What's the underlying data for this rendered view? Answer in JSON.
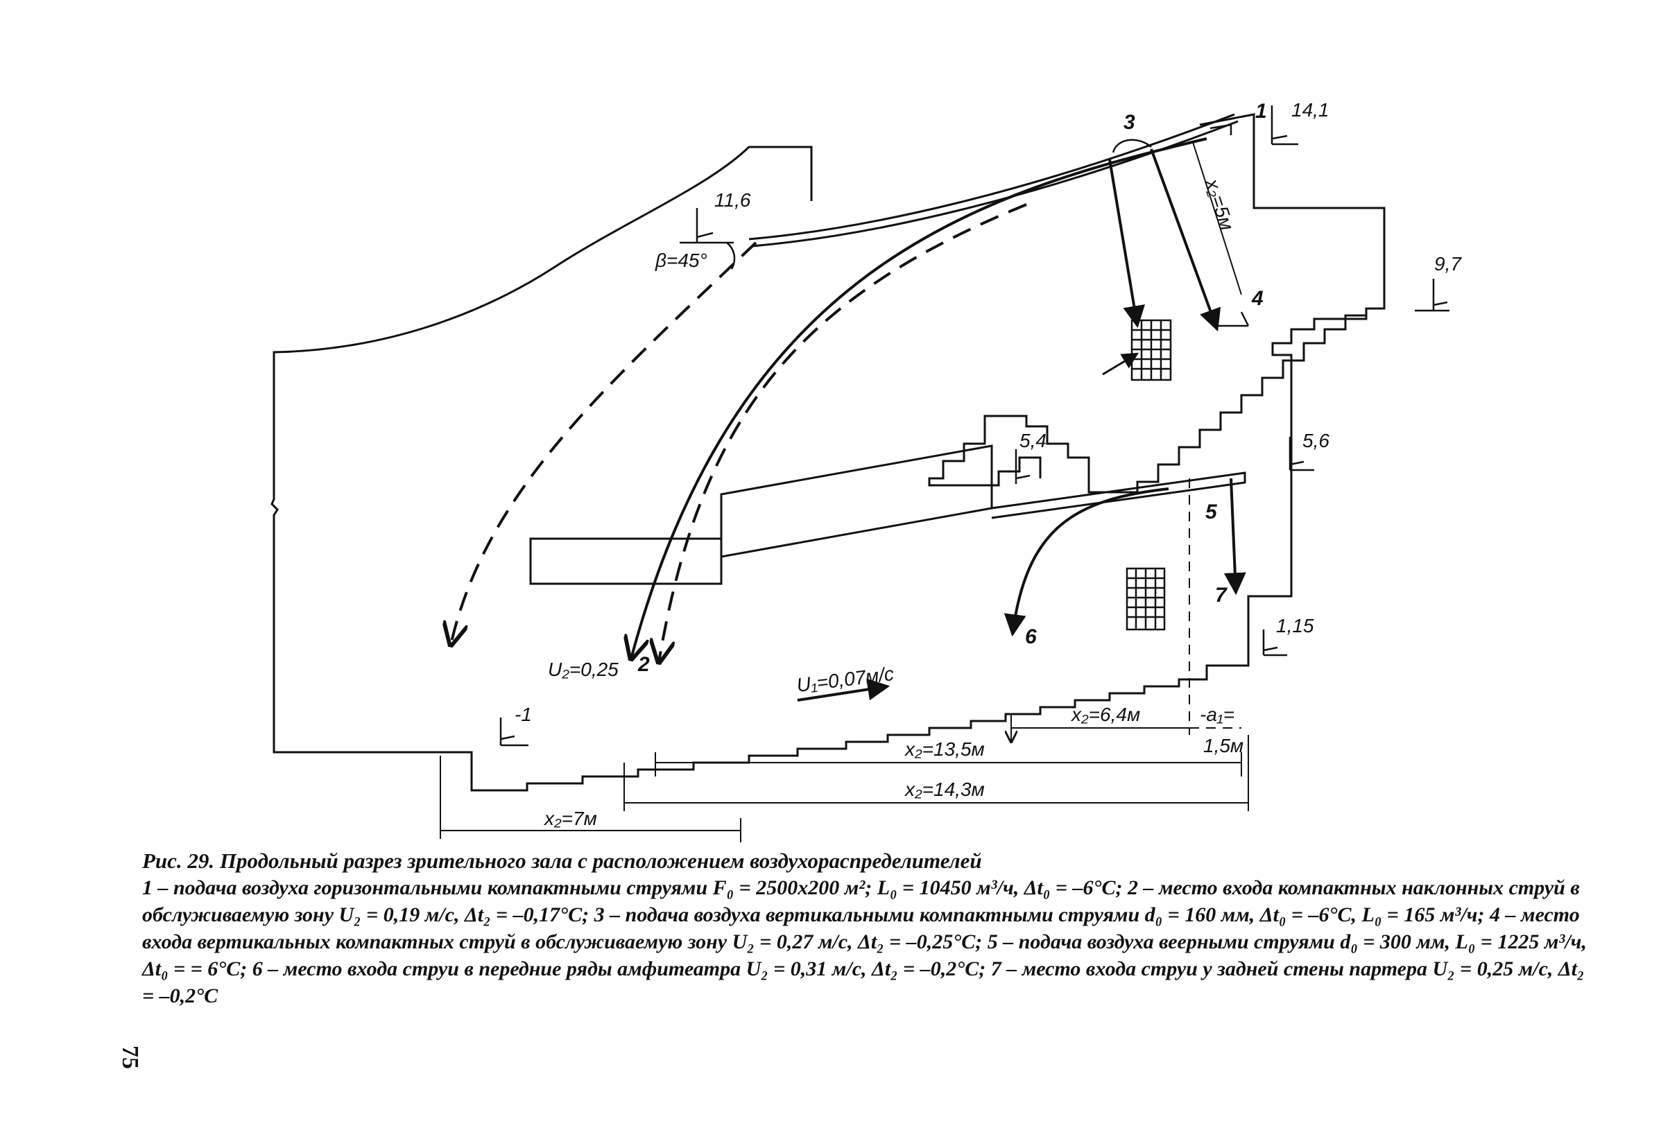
{
  "figure": {
    "callouts": [
      "1",
      "2",
      "3",
      "4",
      "5",
      "6",
      "7"
    ],
    "elevations": {
      "e14_1": "14,1",
      "e11_6": "11,6",
      "e9_7": "9,7",
      "e5_4": "5,4",
      "e5_6": "5,6",
      "e1_15": "1,15",
      "e_minus1": "-1"
    },
    "labels": {
      "angle": "β=45°",
      "x2_5m": "x₂=5м",
      "u2_025": "U₂=0,25",
      "u1_007": "U₁=0,07м/с"
    },
    "dimensions": {
      "d64": "x₂=6,4м",
      "a1": "-a₁=",
      "a1_value": "1,5м",
      "d135": "x₂=13,5м",
      "d143": "x₂=14,3м",
      "d7": "x₂=7м"
    }
  },
  "caption": {
    "title": "Рис. 29. Продольный разрез зрительного зала с расположением воздухораспределителей",
    "body": "1 – подача воздуха горизонтальными компактными струями F₀ = 2500х200 м²; L₀ = 10450 м³/ч, Δt₀ = –6°C; 2 – место входа компактных наклонных струй в обслуживаемую зону U₂ = 0,19 м/с, Δt₂ = –0,17°C; 3 – подача воздуха вертикальными компактными струями d₀ = 160 мм, Δt₀ = –6°C, L₀ = 165 м³/ч; 4 – место входа вертикальных компактных струй в обслуживаемую зону U₂ = 0,27 м/с, Δt₂ = –0,25°C; 5 – подача воздуха веерными струями d₀ = 300 мм, L₀ = 1225 м³/ч, Δt₀ = = 6°C; 6 – место входа струи в передние ряды амфитеатра U₂ = 0,31 м/с, Δt₂ = –0,2°C; 7 – место входа струи у задней стены партера U₂ = 0,25 м/с, Δt₂ = –0,2°C"
  },
  "page_number": "75"
}
